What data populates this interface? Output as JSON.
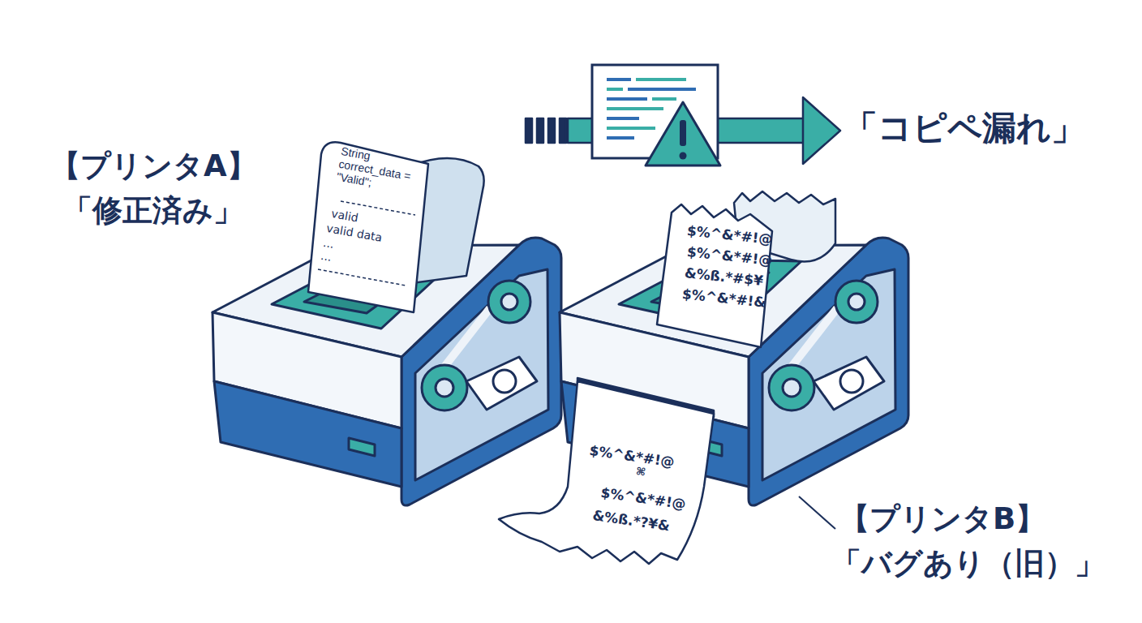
{
  "diagram": {
    "nodes": [
      {
        "text": [
          "【プリンタA】",
          "「修正済み」"
        ]
      },
      {
        "text": [
          "【プリンタB】",
          "「バグあり（旧）」"
        ]
      }
    ],
    "labels": [
      "String correct_data = \"Valid\";",
      "valid",
      "valid data",
      "...",
      "...",
      "$%^&*#!@",
      "$%^&*#!@",
      "&%ß.*#$¥",
      "$%^&*#!&",
      "$%^&*#!@",
      "⌘",
      "$%^&*#!@",
      "&%ß.*?¥&",
      "「コピペ漏れ」"
    ]
  }
}
